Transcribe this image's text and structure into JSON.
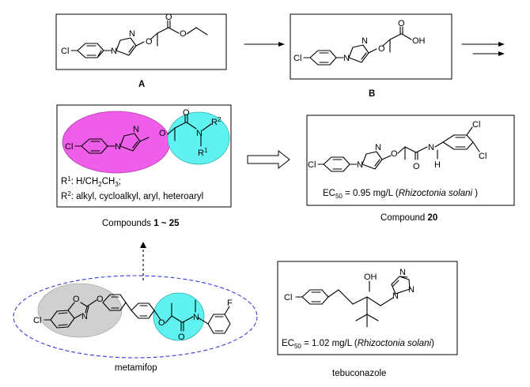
{
  "compounds": {
    "A": {
      "label": "A"
    },
    "B": {
      "label": "B"
    },
    "general": {
      "caption_prefix": "Compounds ",
      "caption_range": "1 ~ 25",
      "r1_label": "R",
      "r1_sup": "1",
      "r1_text": ": H/CH",
      "r1_sub": "2",
      "r1_tail": "CH",
      "r1_sub2": "3",
      "r1_end": ";",
      "r2_label": "R",
      "r2_sup": "2",
      "r2_text": ": alkyl, cycloalkyl, aryl, heteroaryl"
    },
    "c20": {
      "caption_prefix": "Compound ",
      "caption_num": "20",
      "ec_prefix": "EC",
      "ec_sub": "50",
      "ec_value": " = 0.95 mg/L (",
      "ec_organism": "Rhizoctonia solani",
      "ec_suffix": " )"
    },
    "metamifop": {
      "name": "metamifop"
    },
    "tebuconazole": {
      "name": "tebuconazole",
      "ec_prefix": "EC",
      "ec_sub": "50",
      "ec_value": " = 1.02 mg/L (",
      "ec_organism": "Rhizoctonia solani",
      "ec_suffix": ")"
    }
  },
  "atoms": {
    "cl": "Cl",
    "n": "N",
    "o": "O",
    "oh": "OH",
    "h": "H",
    "f": "F",
    "r1": "R",
    "r1_sup": "1",
    "r2": "R",
    "r2_sup": "2"
  },
  "colors": {
    "magenta": "#ee5ee8",
    "cyan": "#5ff2f0",
    "gray": "#d0d0d0",
    "dashed_blue": "#3b3bd6"
  }
}
